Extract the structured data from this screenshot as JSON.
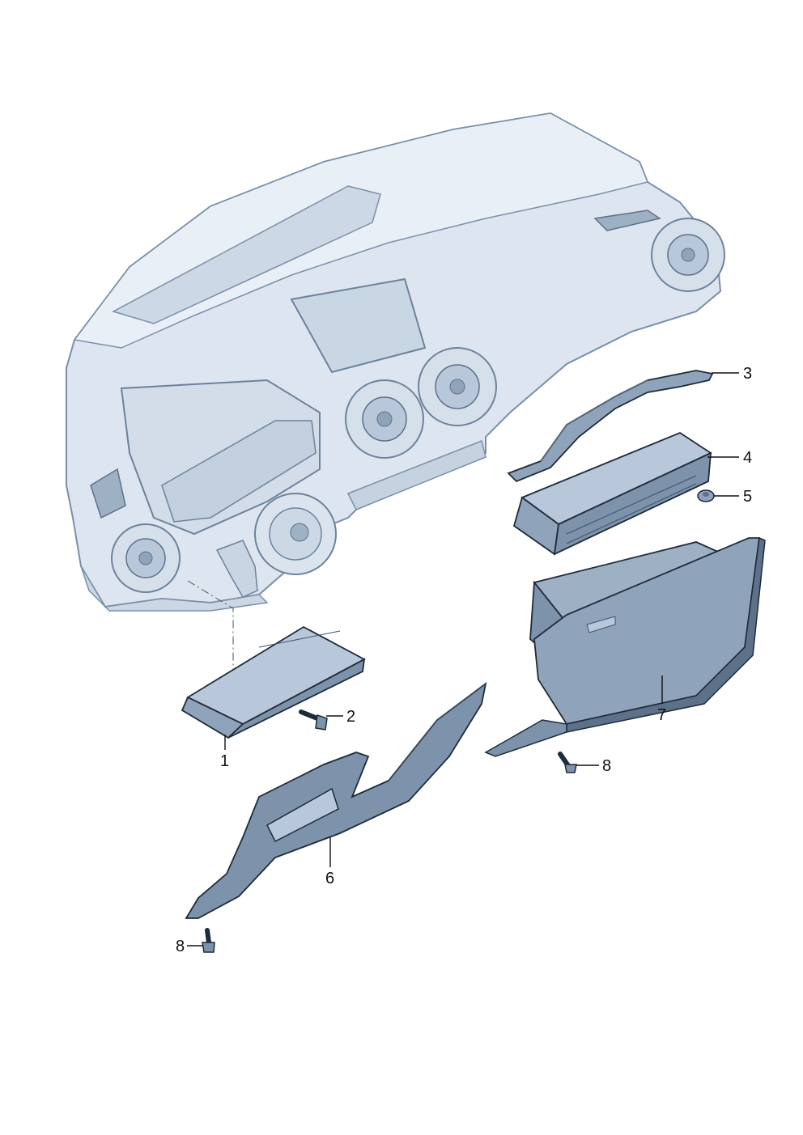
{
  "colors": {
    "dash_fill": "#dde6f0",
    "dash_stroke": "#7a8fa8",
    "part_light": "#b8c8da",
    "part_mid": "#8fa3ba",
    "part_dark": "#5d7189",
    "outline": "#1e2b3a"
  },
  "callouts": [
    {
      "id": "1",
      "label": "1"
    },
    {
      "id": "2",
      "label": "2"
    },
    {
      "id": "3",
      "label": "3"
    },
    {
      "id": "4",
      "label": "4"
    },
    {
      "id": "5",
      "label": "5"
    },
    {
      "id": "6",
      "label": "6"
    },
    {
      "id": "7",
      "label": "7"
    },
    {
      "id": "8a",
      "label": "8"
    },
    {
      "id": "8b",
      "label": "8"
    }
  ]
}
